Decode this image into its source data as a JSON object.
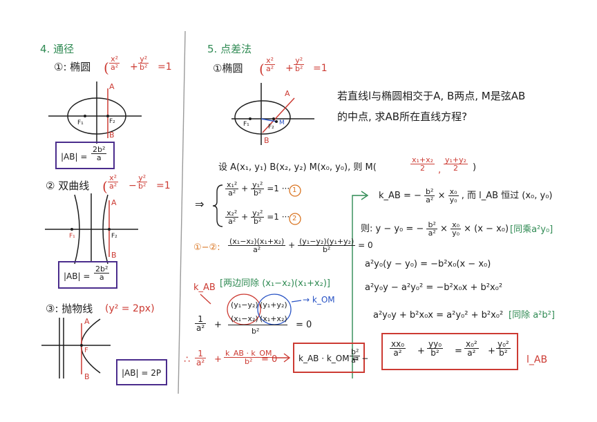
{
  "left": {
    "heading": "4. 通径",
    "s1": {
      "label": "①: 椭圆",
      "eq": {
        "a": "x²",
        "b": "a²",
        "op": "+",
        "c": "y²",
        "d": "b²",
        "rhs": "=1"
      },
      "A": "A",
      "B": "B",
      "F1": "F₁",
      "F2": "F₂",
      "res": {
        "lhs": "|AB| =",
        "n": "2b²",
        "d": "a"
      }
    },
    "s2": {
      "label": "② 双曲线",
      "eq": {
        "a": "x²",
        "b": "a²",
        "op": "−",
        "c": "y²",
        "d": "b²",
        "rhs": "=1"
      },
      "A": "A",
      "B": "B",
      "F1": "F₁",
      "F2": "F₂",
      "res": {
        "lhs": "|AB| =",
        "n": "2b²",
        "d": "a"
      }
    },
    "s3": {
      "label": "③: 抛物线",
      "eq": "(y² = 2px)",
      "A": "A",
      "B": "B",
      "F": "F",
      "res": "|AB| = 2P"
    }
  },
  "right": {
    "heading": "5. 点差法",
    "sub": {
      "label": "①椭圆",
      "eq": {
        "a": "x²",
        "b": "a²",
        "op": "+",
        "c": "y²",
        "d": "b²",
        "rhs": "=1"
      }
    },
    "fig": {
      "A": "A",
      "B": "B",
      "M": "M",
      "F1": "F₁",
      "F2": "F₂"
    },
    "problem1": "若直线l与椭圆相交于A, B两点, M是弦AB",
    "problem2": "的中点, 求AB所在直线方程?",
    "setA": "设 A(x₁, y₁)  B(x₂, y₂)   M(x₀, y₀),  则 M(",
    "midx": {
      "n": "x₁+x₂",
      "d": "2"
    },
    "comma": ",",
    "midy": {
      "n": "y₁+y₂",
      "d": "2"
    },
    "setEnd": ")",
    "arrow": "⇒",
    "sys1": {
      "a": "x₁²",
      "b": "a²",
      "op": "+",
      "c": "y₁²",
      "d": "b²",
      "rhs": "=1 ···",
      "tag": "1"
    },
    "sys2": {
      "a": "x₂²",
      "b": "a²",
      "op": "+",
      "c": "y₂²",
      "d": "b²",
      "rhs": "=1 ···",
      "tag": "2"
    },
    "diffTag": "①−②:",
    "diff": {
      "n1": "(x₁−x₂)(x₁+x₂)",
      "d1": "a²",
      "op": "+",
      "n2": "(y₁−y₂)(y₁+y₂)",
      "d2": "b²",
      "rhs": "= 0"
    },
    "kAB": "k_AB",
    "divNote": "[两边同除 (x₁−x₂)(x₁+x₂)]",
    "kOM": "→ k_OM",
    "eqA": {
      "n": "1",
      "d": "a²",
      "op": "+",
      "big_n1": "(y₁−y₂)",
      "big_n2": "(y₁+y₂)",
      "big_d1": "(x₁−x₂)",
      "big_d2": "(x₁+x₂)",
      "den": "b²",
      "rhs": "= 0"
    },
    "therefore": "∴",
    "eqB": {
      "n": "1",
      "d": "a²",
      "op": "+",
      "n2": "k_AB · k_OM",
      "d2": "b²",
      "rhs": "= 0"
    },
    "result": {
      "lhs": "k_AB · k_OM = −",
      "n": "b²",
      "d": "a²"
    },
    "k1": {
      "lhs": "k_AB = −",
      "n1": "b²",
      "d1": "a²",
      "x": "×",
      "n2": "x₀",
      "d2": "y₀",
      "tail": ", 而 l_AB 恒过 (x₀, y₀)"
    },
    "k2": {
      "lhs": "则: y − y₀ = −",
      "n1": "b²",
      "d1": "a²",
      "x": "×",
      "n2": "x₀",
      "d2": "y₀",
      "tail": "× (x − x₀)",
      "note": "[同乘a²y₀]"
    },
    "k3": "a²y₀(y − y₀) = −b²x₀(x − x₀)",
    "k4": "a²y₀y − a²y₀² = −b²x₀x + b²x₀²",
    "k5": {
      "text": "a²y₀y + b²x₀x = a²y₀² + b²x₀²",
      "note": "[同除 a²b²]"
    },
    "final": {
      "n1": "xx₀",
      "d1": "a²",
      "op1": "+",
      "n2": "yy₀",
      "d2": "b²",
      "eq": "=",
      "n3": "x₀²",
      "d3": "a²",
      "op2": "+",
      "n4": "y₀²",
      "d4": "b²"
    },
    "lAB": "l_AB"
  }
}
